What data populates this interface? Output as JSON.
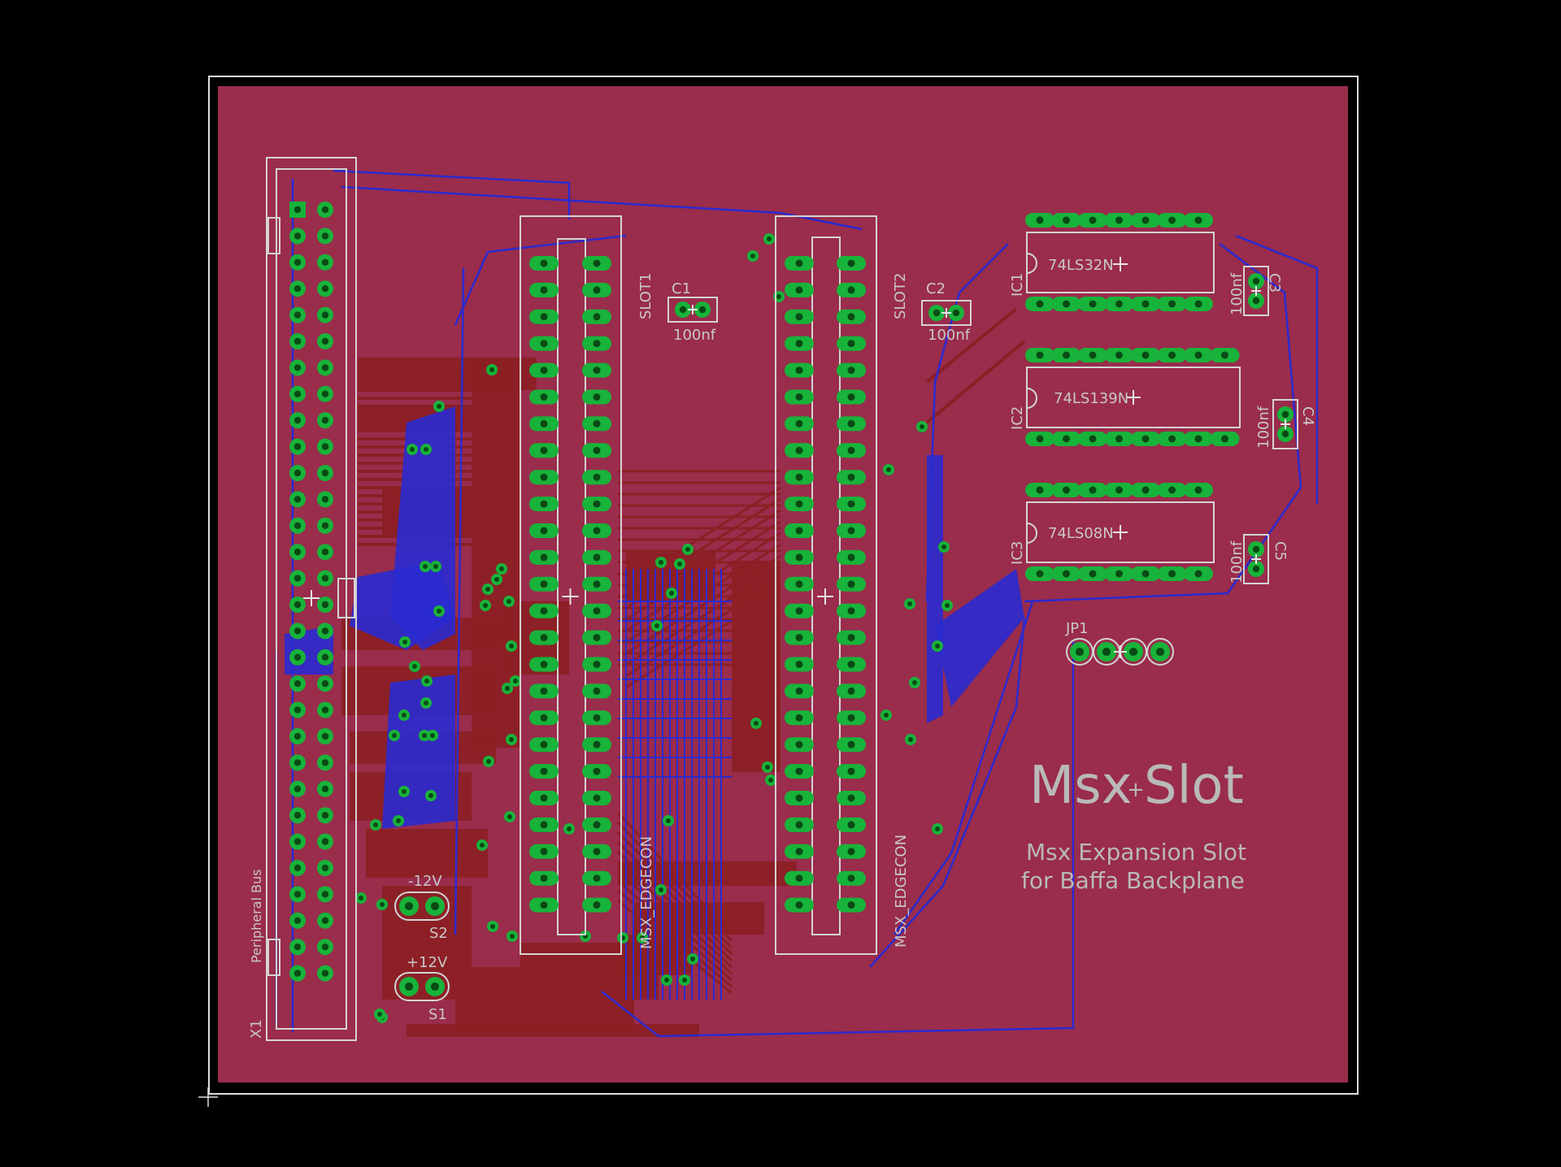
{
  "colors": {
    "background": "#000000",
    "board": "#9a2c4c",
    "copper_top": "#8c1f24",
    "copper_bottom": "#2a2ad0",
    "pad": "#18b33a",
    "drill": "#0a4a14",
    "silkscreen": "#c8c8c8",
    "frame": "#dddddd"
  },
  "board": {
    "title": "Msx",
    "title_suffix": "Slot",
    "subtitle_line1": "Msx Expansion Slot",
    "subtitle_line2": "for Baffa Backplane"
  },
  "connectors": {
    "x1": {
      "ref": "X1",
      "name": "Peripheral Bus"
    },
    "slot1": {
      "ref": "SLOT1",
      "value": "MSX_EDGECON"
    },
    "slot2": {
      "ref": "SLOT2",
      "value": "MSX_EDGECON"
    },
    "jp1": {
      "ref": "JP1"
    },
    "s1": {
      "ref": "S1",
      "value": "+12V"
    },
    "s2": {
      "ref": "S2",
      "value": "-12V"
    }
  },
  "ics": [
    {
      "ref": "IC1",
      "value": "74LS32N"
    },
    {
      "ref": "IC2",
      "value": "74LS139N"
    },
    {
      "ref": "IC3",
      "value": "74LS08N"
    }
  ],
  "caps": [
    {
      "ref": "C1",
      "value": "100nf"
    },
    {
      "ref": "C2",
      "value": "100nf"
    },
    {
      "ref": "C3",
      "value": "100nf"
    },
    {
      "ref": "C4",
      "value": "100nf"
    },
    {
      "ref": "C5",
      "value": "100nf"
    }
  ]
}
